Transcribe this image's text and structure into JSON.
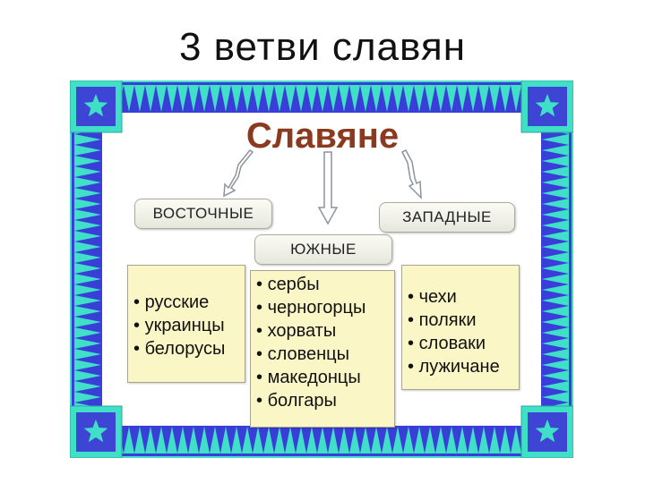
{
  "slide": {
    "title": "3 ветви славян"
  },
  "diagram": {
    "heading": "Славяне",
    "branches": [
      {
        "label": "ВОСТОЧНЫЕ",
        "items": [
          "русские",
          "украинцы",
          "белорусы"
        ]
      },
      {
        "label": "ЮЖНЫЕ",
        "items": [
          "сербы",
          "черногорцы",
          "хорваты",
          "словенцы",
          "македонцы",
          "болгары"
        ]
      },
      {
        "label": "ЗАПАДНЫЕ",
        "items": [
          "чехи",
          "поляки",
          "словаки",
          "лужичане"
        ]
      }
    ]
  },
  "colors": {
    "frame_background": "#ffffff",
    "zigzag_blue": "#3a3ed8",
    "corner_teal": "#40e0c8",
    "corner_blue": "#3e44d4",
    "heading": "#8b3a1f",
    "list_background": "#fbf6c6",
    "arrow_fill": "#ffffff",
    "arrow_stroke": "#8d949c"
  },
  "icons": [
    "star-icon",
    "arrow-down-icon"
  ]
}
